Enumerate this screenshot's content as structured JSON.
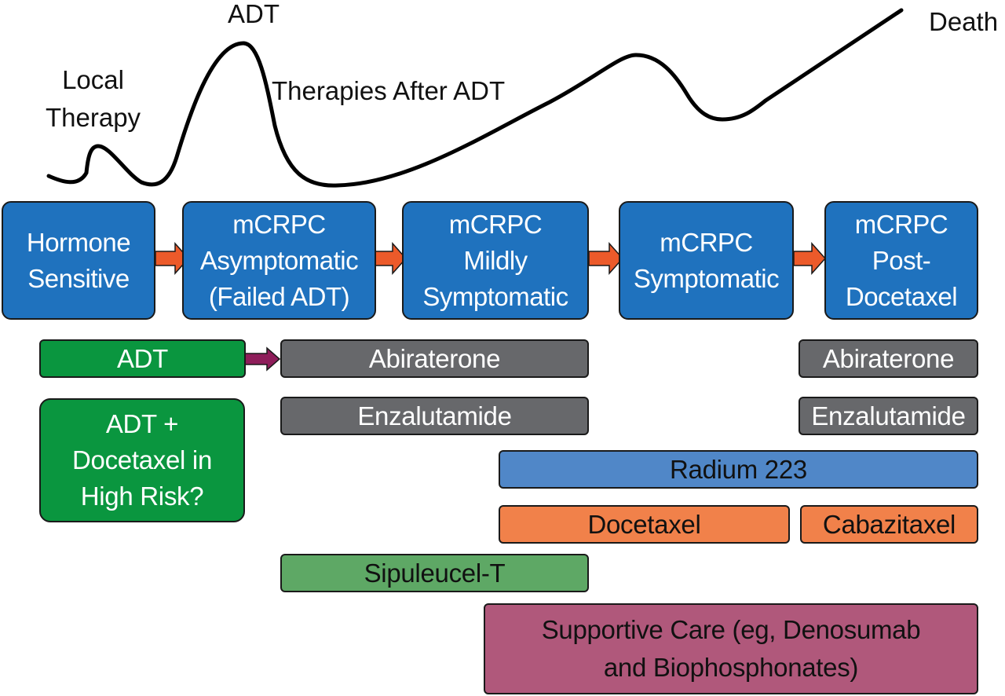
{
  "curve": {
    "labels": {
      "local_therapy": "Local\nTherapy",
      "adt": "ADT",
      "therapies_after_adt": "Therapies After ADT",
      "death": "Death"
    }
  },
  "stages": [
    {
      "label": "Hormone\nSensitive"
    },
    {
      "label": "mCRPC\nAsymptomatic\n(Failed ADT)"
    },
    {
      "label": "mCRPC\nMildly\nSymptomatic"
    },
    {
      "label": "mCRPC\nSymptomatic"
    },
    {
      "label": "mCRPC\nPost-\nDocetaxel"
    }
  ],
  "therapies": {
    "adt": "ADT",
    "adt_docetaxel": "ADT +\nDocetaxel in\nHigh Risk?",
    "abiraterone_early": "Abiraterone",
    "enzalutamide_early": "Enzalutamide",
    "abiraterone_late": "Abiraterone",
    "enzalutamide_late": "Enzalutamide",
    "radium": "Radium 223",
    "docetaxel": "Docetaxel",
    "cabazitaxel": "Cabazitaxel",
    "sipuleucel": "Sipuleucel-T",
    "supportive_care": "Supportive Care (eg, Denosumab\nand Biophosphonates)"
  },
  "colors": {
    "stage_blue": "#1f72be",
    "stage_arrow": "#ec5a2a",
    "adt_arrow": "#8e1d5a",
    "gray": "#67686b",
    "green_dark": "#0a963f",
    "green_light": "#5ea865",
    "blue_light": "#5087c8",
    "orange": "#f1814a",
    "mauve": "#b0587b"
  }
}
